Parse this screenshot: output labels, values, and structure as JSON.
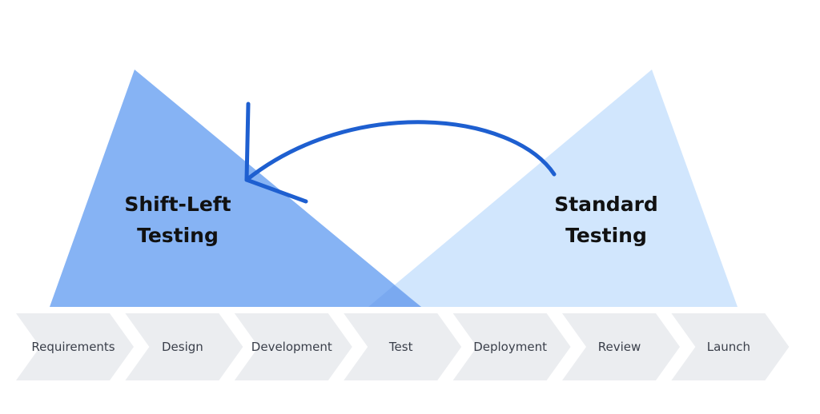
{
  "triangles": {
    "left": {
      "label_line1": "Shift-Left",
      "label_line2": "Testing",
      "color": "#86b3f4"
    },
    "right": {
      "label_line1": "Standard",
      "label_line2": "Testing",
      "color": "#d1e6fd"
    },
    "overlap_color": "#7aa9f0"
  },
  "arrow": {
    "color": "#1e5fd0",
    "direction": "right-to-left"
  },
  "stages": [
    "Requirements",
    "Design",
    "Development",
    "Test",
    "Deployment",
    "Review",
    "Launch"
  ],
  "stage_fill": "#ebedf0"
}
